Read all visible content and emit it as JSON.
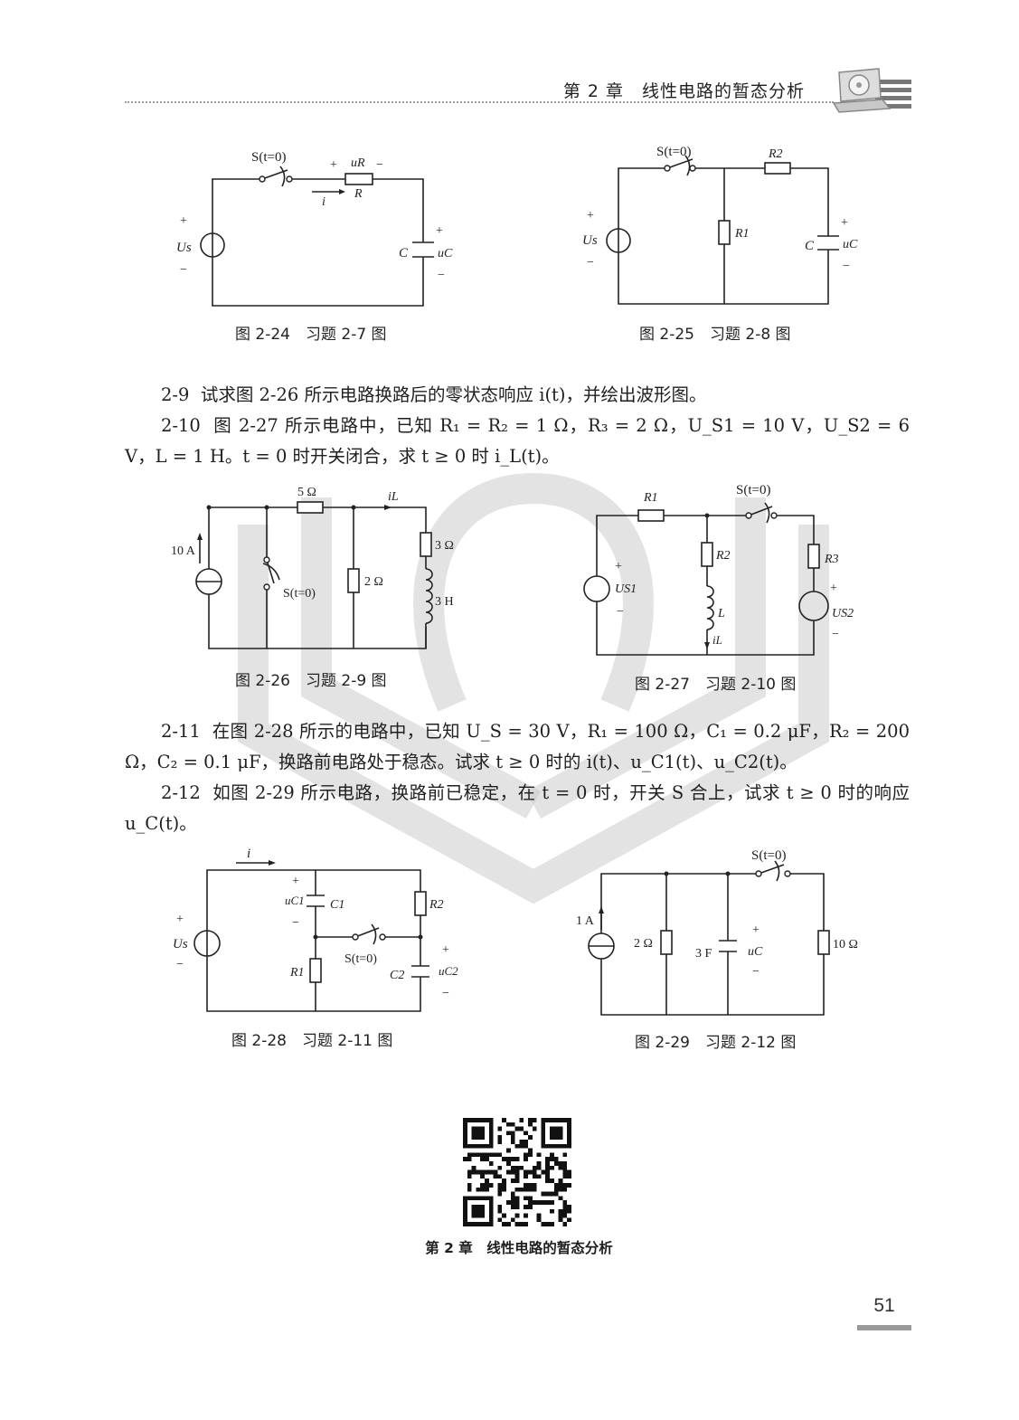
{
  "header": {
    "title": "第 2 章　线性电路的暂态分析"
  },
  "figures": {
    "fig24": {
      "caption": "图 2-24　习题 2-7 图",
      "switch": "S(t=0)",
      "source": "Us",
      "resistor": "R",
      "capacitor": "C",
      "voltage_r": "uR",
      "voltage_c": "uC",
      "current": "i"
    },
    "fig25": {
      "caption": "图 2-25　习题 2-8 图",
      "switch": "S(t=0)",
      "source": "Us",
      "r1": "R1",
      "r2": "R2",
      "capacitor": "C",
      "voltage_c": "uC"
    },
    "fig26": {
      "caption": "图 2-26　习题 2-9 图",
      "source": "10 A",
      "switch": "S(t=0)",
      "r_top": "5 Ω",
      "r_mid": "2 Ω",
      "r_right": "3 Ω",
      "inductor": "3 H",
      "current": "iL"
    },
    "fig27": {
      "caption": "图 2-27　习题 2-10 图",
      "switch": "S(t=0)",
      "r1": "R1",
      "r2": "R2",
      "r3": "R3",
      "inductor": "L",
      "us1": "US1",
      "us2": "US2",
      "current": "iL"
    },
    "fig28": {
      "caption": "图 2-28　习题 2-11 图",
      "source": "Us",
      "current": "i",
      "c1": "C1",
      "c2": "C2",
      "r1": "R1",
      "r2": "R2",
      "uc1": "uC1",
      "uc2": "uC2",
      "switch": "S(t=0)"
    },
    "fig29": {
      "caption": "图 2-29　习题 2-12 图",
      "source": "1 A",
      "r_left": "2 Ω",
      "capacitor": "3 F",
      "voltage_c": "uC",
      "r_right": "10 Ω",
      "switch": "S(t=0)"
    }
  },
  "problems": {
    "p2_9": {
      "number": "2-9",
      "text": "试求图 2-26 所示电路换路后的零状态响应 i(t)，并绘出波形图。"
    },
    "p2_10": {
      "number": "2-10",
      "text": "图 2-27 所示电路中，已知 R₁ = R₂ = 1 Ω，R₃ = 2 Ω，U_S1 = 10 V，U_S2 = 6 V，L = 1 H。t = 0 时开关闭合，求 t ≥ 0 时 i_L(t)。"
    },
    "p2_11": {
      "number": "2-11",
      "text": "在图 2-28 所示的电路中，已知 U_S = 30 V，R₁ = 100 Ω，C₁ = 0.2 μF，R₂ = 200 Ω，C₂ = 0.1 μF，换路前电路处于稳态。试求 t ≥ 0 时的 i(t)、u_C1(t)、u_C2(t)。"
    },
    "p2_12": {
      "number": "2-12",
      "text": "如图 2-29 所示电路，换路前已稳定，在 t = 0 时，开关 S 合上，试求 t ≥ 0 时的响应 u_C(t)。"
    }
  },
  "qr": {
    "caption": "第 2 章　线性电路的暂态分析"
  },
  "page_number": "51"
}
